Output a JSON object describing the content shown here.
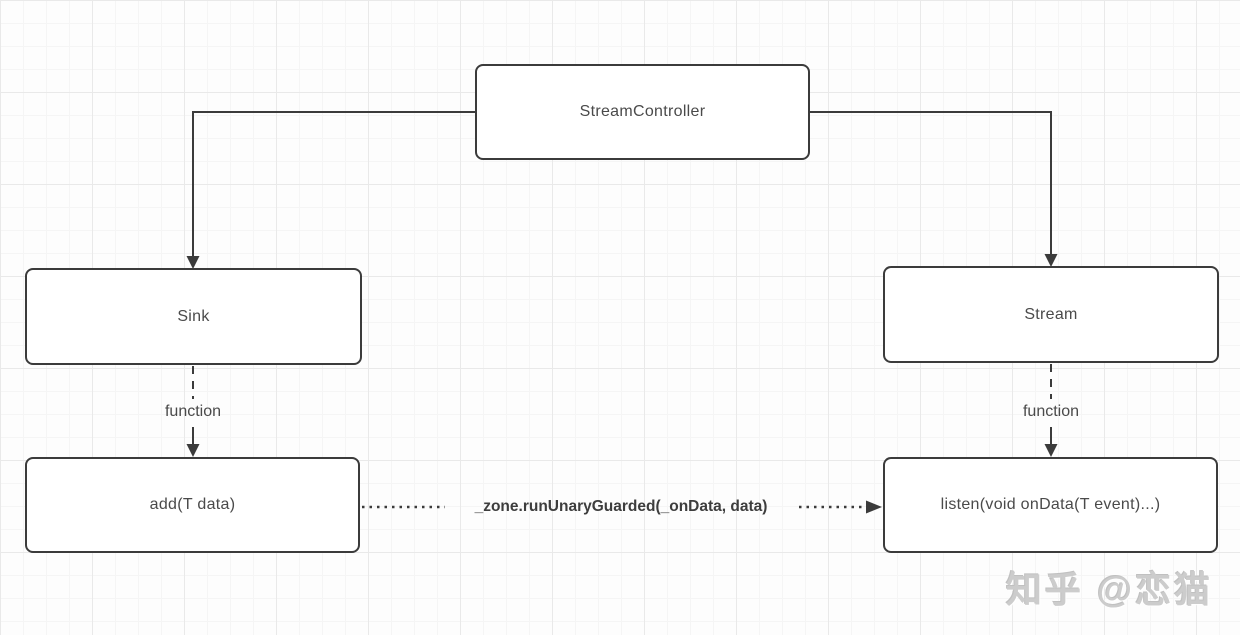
{
  "diagram": {
    "nodes": [
      {
        "id": "stream-controller",
        "label": "StreamController"
      },
      {
        "id": "sink",
        "label": "Sink"
      },
      {
        "id": "stream",
        "label": "Stream"
      },
      {
        "id": "add",
        "label": "add(T data)"
      },
      {
        "id": "listen",
        "label": "listen(void onData(T event)...)"
      }
    ],
    "edges": [
      {
        "from": "StreamController",
        "to": "Sink",
        "style": "solid-arrow",
        "label": ""
      },
      {
        "from": "StreamController",
        "to": "Stream",
        "style": "solid-arrow",
        "label": ""
      },
      {
        "from": "Sink",
        "to": "add(T data)",
        "style": "dashed-arrow",
        "label": "function"
      },
      {
        "from": "Stream",
        "to": "listen(void onData(T event)...)",
        "style": "dashed-arrow",
        "label": "function"
      },
      {
        "from": "add(T data)",
        "to": "listen(void onData(T event)...)",
        "style": "dotted-arrow",
        "label": "_zone.runUnaryGuarded(_onData, data)"
      }
    ],
    "colors": {
      "line": "#3b3b3b",
      "node_border": "#3b3b3b",
      "node_fill": "#ffffff",
      "text": "#4a4a4a",
      "watermark": "#cccccc"
    }
  },
  "watermark": {
    "text": "知乎 @恋猫"
  }
}
